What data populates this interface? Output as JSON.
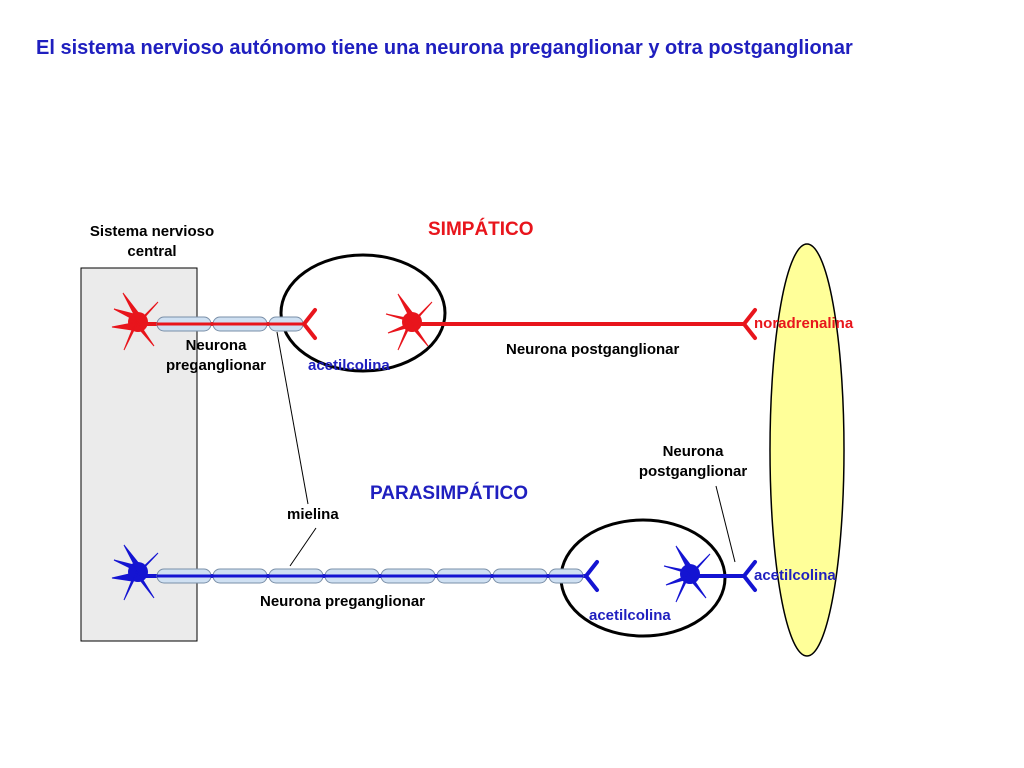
{
  "title": "El sistema nervioso autónomo tiene una neurona preganglionar y otra postganglionar",
  "colors": {
    "title": "#1f1fbf",
    "sympathetic": "#e8151c",
    "parasympathetic": "#1414d2",
    "cns_fill": "#ebebeb",
    "organ_fill": "#ffff99",
    "myelin_fill": "#cfe0f2"
  },
  "labels": {
    "cns": "Sistema nervioso\ncentral",
    "sympathetic": "SIMPÁTICO",
    "parasympathetic": "PARASIMPÁTICO",
    "symp_pre_neuron": "Neurona\npreganglionar",
    "symp_pre_transmitter": "acetilcolina",
    "symp_post_neuron": "Neurona postganglionar",
    "symp_post_transmitter": "noradrenalina",
    "myelin": "mielina",
    "para_pre_neuron": "Neurona preganglionar",
    "para_pre_transmitter": "acetilcolina",
    "para_post_neuron": "Neurona\npostganglionar",
    "para_post_transmitter": "acetilcolina"
  }
}
